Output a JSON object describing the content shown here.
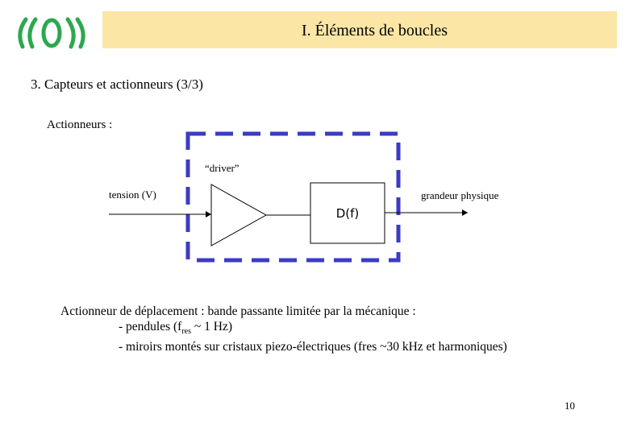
{
  "header": {
    "title": "I. Éléments de boucles",
    "title_bar_color": "#fbe6a6",
    "logo_color": "#2ca84e"
  },
  "subtitle": "3. Capteurs et actionneurs (3/3)",
  "section_label": "Actionneurs :",
  "diagram": {
    "frame_color": "#3b3bc4",
    "driver_label": "“driver”",
    "input_label": "tension (V)",
    "output_label": "grandeur physique",
    "block_label": "D(f)"
  },
  "body": {
    "line1": "Actionneur de déplacement : bande passante limitée par la mécanique :",
    "line2_prefix": "- pendules (f",
    "line2_sub": "res",
    "line2_suffix": " ~ 1 Hz)",
    "line3": "- miroirs montés sur cristaux piezo-électriques (fres ~30 kHz et harmoniques)"
  },
  "footer": {
    "page_number": "10"
  }
}
